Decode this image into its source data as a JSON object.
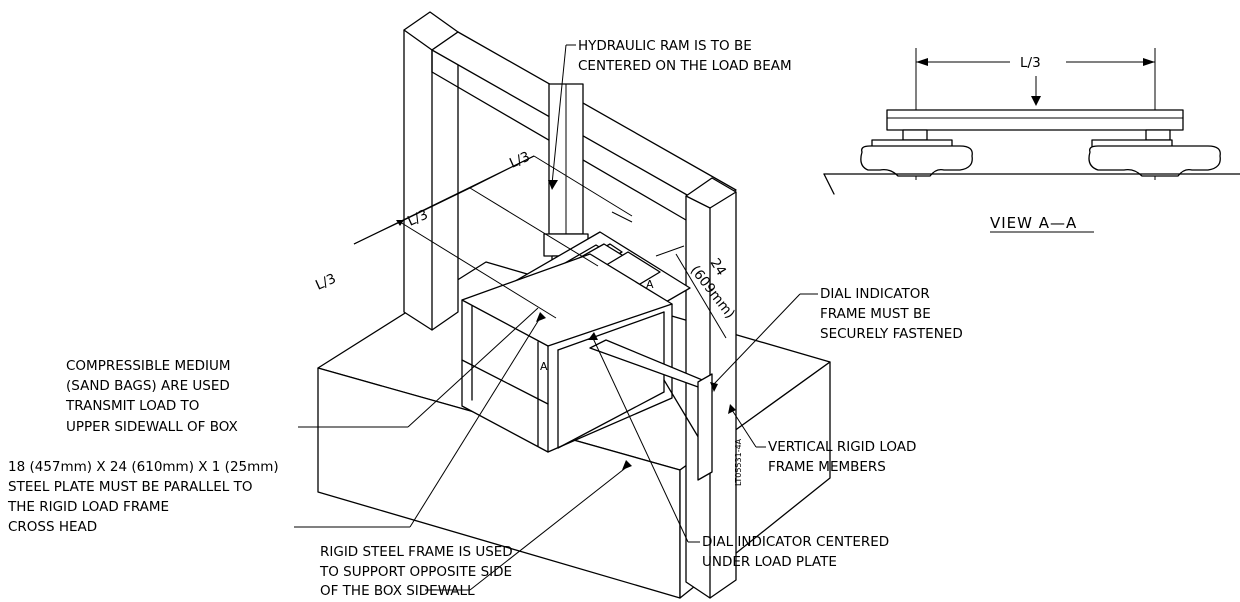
{
  "callouts": {
    "hydraulic_ram": [
      "HYDRAULIC RAM IS TO BE",
      "CENTERED ON THE LOAD BEAM"
    ],
    "compressible": [
      "COMPRESSIBLE MEDIUM",
      "(SAND BAGS) ARE USED",
      "TRANSMIT LOAD TO",
      "UPPER SIDEWALL OF BOX"
    ],
    "steel_plate": [
      "18 (457mm) X 24 (610mm) X 1 (25mm)",
      "STEEL PLATE MUST BE PARALLEL TO",
      "THE RIGID LOAD FRAME",
      "CROSS HEAD"
    ],
    "rigid_frame": [
      "RIGID STEEL FRAME IS USED",
      "TO SUPPORT OPPOSITE SIDE",
      "OF THE BOX SIDEWALL"
    ],
    "dial_centered": [
      "DIAL INDICATOR CENTERED",
      "UNDER LOAD PLATE"
    ],
    "dial_frame": [
      "DIAL INDICATOR",
      "FRAME MUST BE",
      "SECURELY FASTENED"
    ],
    "vertical_frame": [
      "VERTICAL RIGID LOAD",
      "FRAME MEMBERS"
    ]
  },
  "dimensions": {
    "third": "L/3",
    "height_in": "24",
    "height_mm": "(609mm)",
    "section_mark": "A"
  },
  "view_label": "VIEW A—A",
  "drawing_number": "LT05531-4A"
}
